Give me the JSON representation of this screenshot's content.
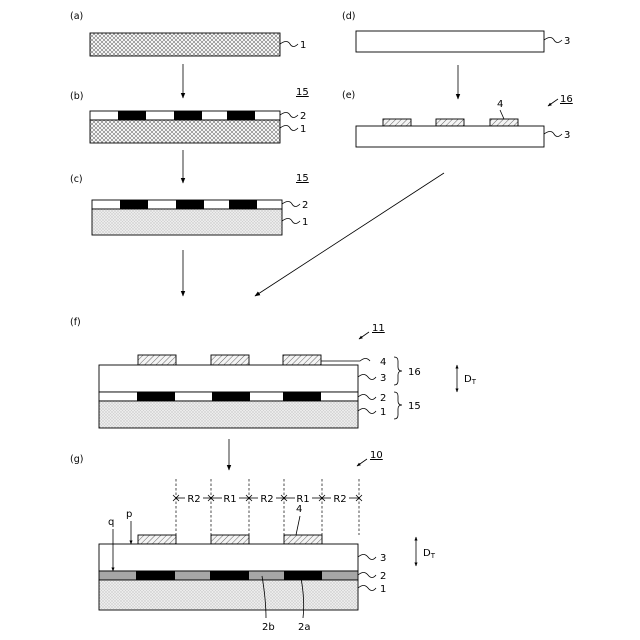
{
  "panels": {
    "a": "(a)",
    "b": "(b)",
    "c": "(c)",
    "d": "(d)",
    "e": "(e)",
    "f": "(f)",
    "g": "(g)"
  },
  "refs": {
    "r1": "1",
    "r2": "2",
    "r3": "3",
    "r4": "4",
    "r15": "15",
    "r16": "16",
    "r11": "11",
    "r10": "10",
    "r2a": "2a",
    "r2b": "2b",
    "p": "p",
    "q": "q",
    "dt_main": "D",
    "dt_sub": "T"
  },
  "regions": [
    "R2",
    "R1",
    "R2",
    "R1",
    "R2"
  ],
  "colors": {
    "black": "#000000",
    "layer2_gray": "#a6a6a6",
    "pattern_fill": "#cfcfcf"
  }
}
